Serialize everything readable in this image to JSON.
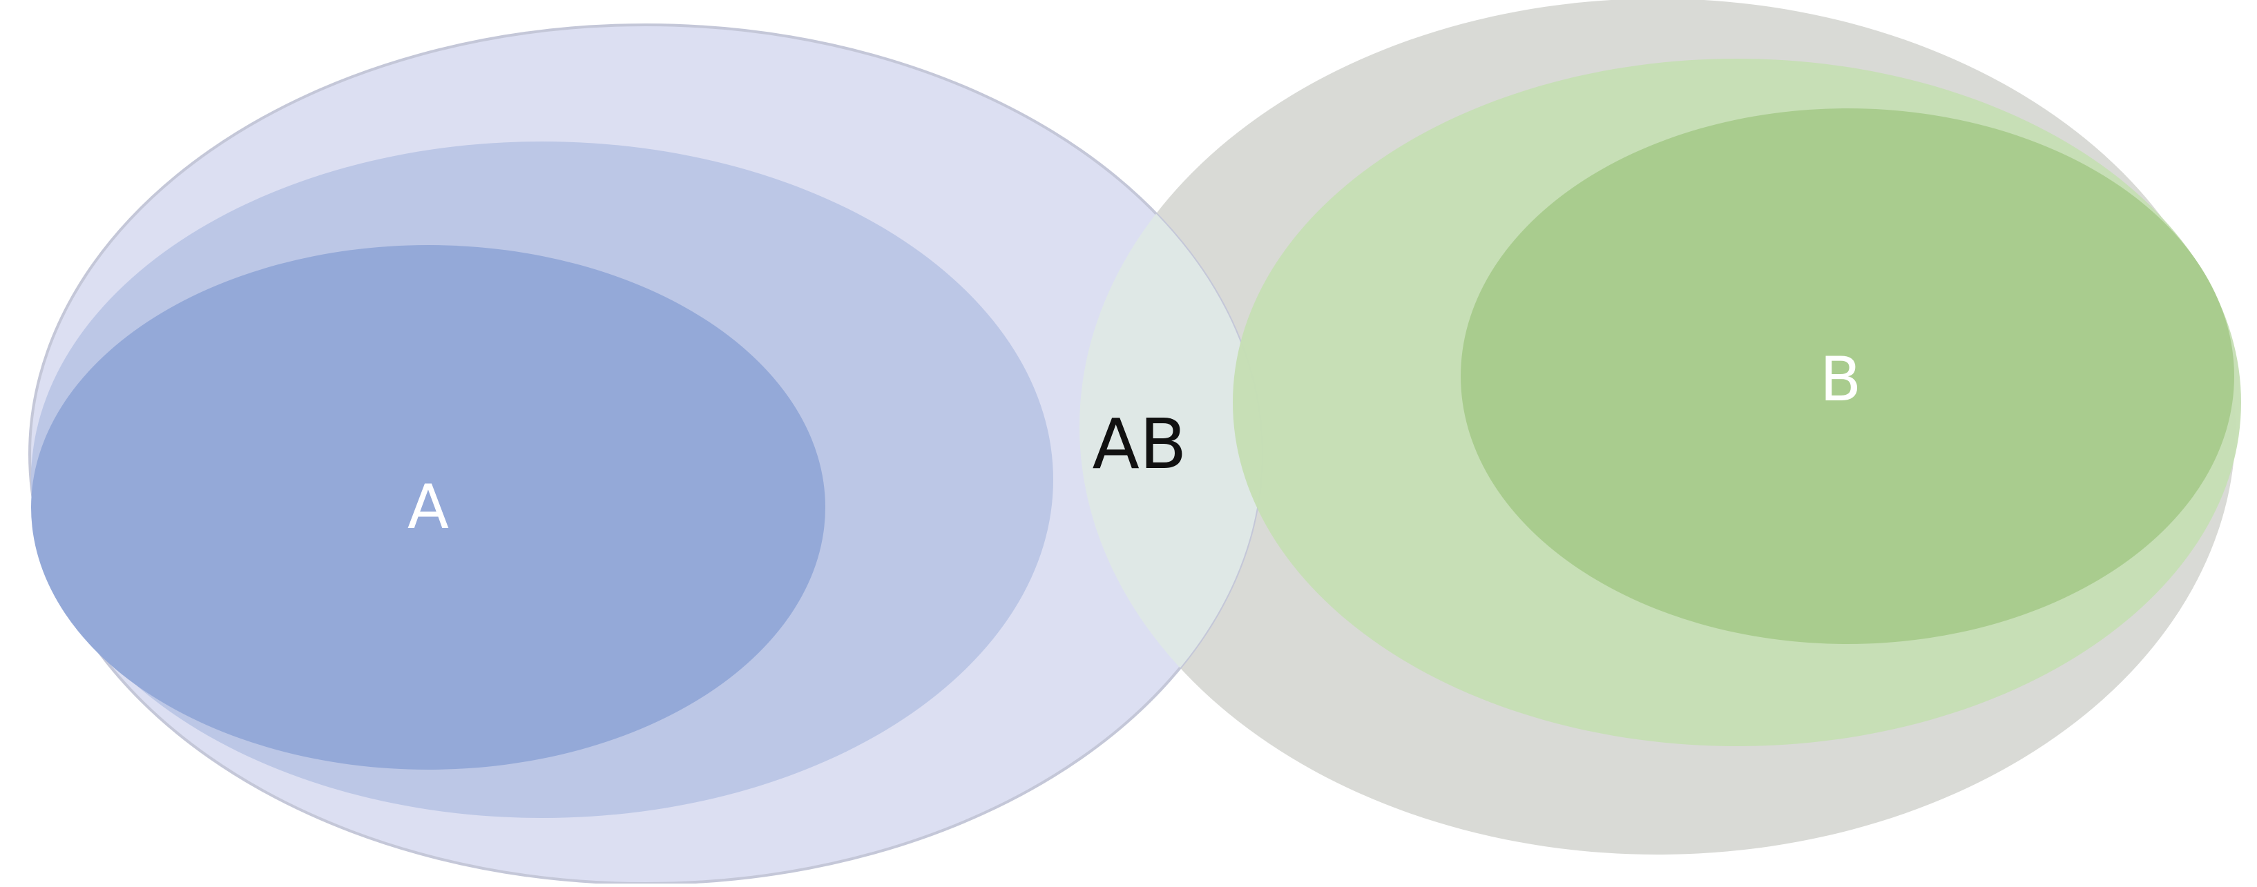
{
  "diagram": {
    "type": "venn",
    "labels": {
      "a": "A",
      "ab": "AB",
      "b": "B"
    },
    "colors": {
      "a_outer": "#dcdff2",
      "a_middle": "#b8c4e5",
      "a_inner": "#94a9d8",
      "overlap": "#dfe8e6",
      "b_outer": "#d9dad6",
      "b_middle": "#c6dfb4",
      "b_inner": "#a9cc8e",
      "label_light": "#ffffff",
      "label_dark": "#111111"
    }
  }
}
